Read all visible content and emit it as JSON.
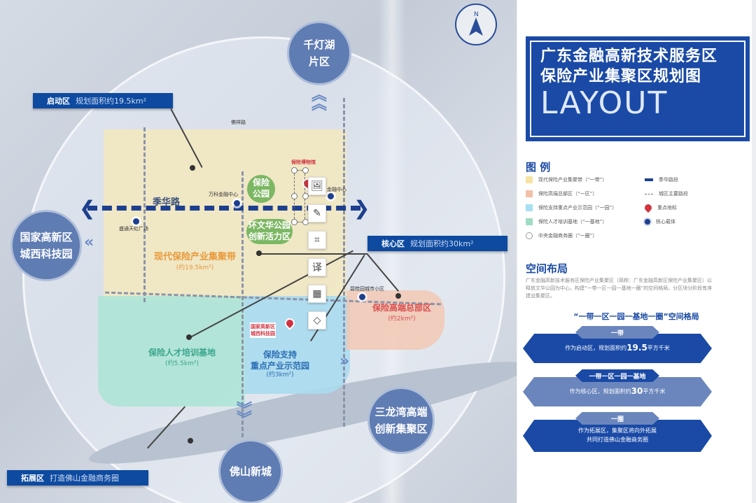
{
  "title": {
    "line1": "广东金融高新技术服务区",
    "line2": "保险产业集聚区规划图",
    "english": "LAYOUT"
  },
  "compass": {
    "label": "N"
  },
  "map": {
    "satellites": {
      "qiandenghu": "千灯湖\n片区",
      "chengxi": "国家高新区\n城西科技园",
      "sanlongwan": "三龙湾高端\n创新集聚区",
      "foshan": "佛山新城"
    },
    "bars": {
      "qidong": {
        "title": "启动区",
        "text": "规划面积约19.5km²"
      },
      "hexin": {
        "title": "核心区",
        "text": "规划面积约30km²"
      },
      "tuozhan": {
        "title": "拓展区",
        "text": "打造佛山金融商务圈"
      }
    },
    "road_label": "季华路",
    "zones": {
      "belt": {
        "name": "现代保险产业集聚带",
        "area": "(约19.5km²)"
      },
      "hq": {
        "name": "保险高端总部区",
        "area": "(约2km²)"
      },
      "talent": {
        "name": "保险人才培训基地",
        "area": "(约5.5km²)"
      },
      "park": {
        "name": "保险支持\n重点产业示范园",
        "area": "(约3km²)"
      }
    },
    "green": {
      "park": "保险\n公园",
      "wenhua": "环文华公园\n创新活力区"
    },
    "pins": {
      "museum": "保险博物馆",
      "chengxi": "国家高新区\n城西科技园"
    },
    "places": {
      "wanke": "万科金融中心",
      "jinrong": "金融中心",
      "guangchang": "盛通天虹广场",
      "xiaoqu": "碧桂园城市小区",
      "road_north": "佛祥路"
    }
  },
  "toolbar": {
    "items": [
      {
        "name": "image-icon",
        "glyph": "🖼"
      },
      {
        "name": "edit-image-icon",
        "glyph": "✎"
      },
      {
        "name": "crop-icon",
        "glyph": "⌗"
      },
      {
        "name": "translate-icon",
        "glyph": "译"
      },
      {
        "name": "table-extract-icon",
        "glyph": "▦"
      },
      {
        "name": "eraser-icon",
        "glyph": "◇"
      }
    ]
  },
  "legend": {
    "heading": "图 例",
    "items": [
      {
        "label": "现代保险产业集聚带（“一带”）",
        "color": "#f5e3a3"
      },
      {
        "label": "保险高端总部区（“一区”）",
        "color": "#f4bfa8"
      },
      {
        "label": "保险支持重点产业示范园（“一园”）",
        "color": "#a6e0f2"
      },
      {
        "label": "保险人才培训基地（“一基地”）",
        "color": "#9fdcc2"
      },
      {
        "label": "中央金融商务圈（“一圈”）",
        "color": "#ffffff"
      }
    ],
    "symbols": [
      {
        "label": "季华路段",
        "icon": "thick-dashed-line"
      },
      {
        "label": "城区主要路段",
        "icon": "dashed-line"
      },
      {
        "label": "重点地标",
        "icon": "pin"
      },
      {
        "label": "核心载体",
        "icon": "blue-dot"
      }
    ]
  },
  "layout_section": {
    "heading": "空间布局",
    "paragraph": "广东金融高新技术服务区保险产业集聚区（简称：广东金融高新区保险产业集聚区）以释放文华公园为中心，构建“一带一区一园一基地一圈”的空间格局，分区块分阶段有序建设集聚区。",
    "pattern_title": "“一带一区一园一基地一圈”空间格局",
    "cards": [
      {
        "tag": "一带",
        "pre": "作为启动区，规划面积约",
        "num": "19.5",
        "post": "平方千米",
        "color": "#1a4aa6",
        "tagcolor": "#6b86bd"
      },
      {
        "tag": "一带一区一园一基地",
        "pre": "作为核心区，规划面积约",
        "num": "30",
        "post": "平方千米",
        "color": "#6b86bd",
        "tagcolor": "#1a4aa6"
      },
      {
        "tag": "一圈",
        "line1": "作为拓展区，集聚区将向外拓展",
        "line2": "共同打造佛山金融商务圈",
        "color": "#1a4aa6",
        "tagcolor": "#6b86bd"
      }
    ]
  }
}
